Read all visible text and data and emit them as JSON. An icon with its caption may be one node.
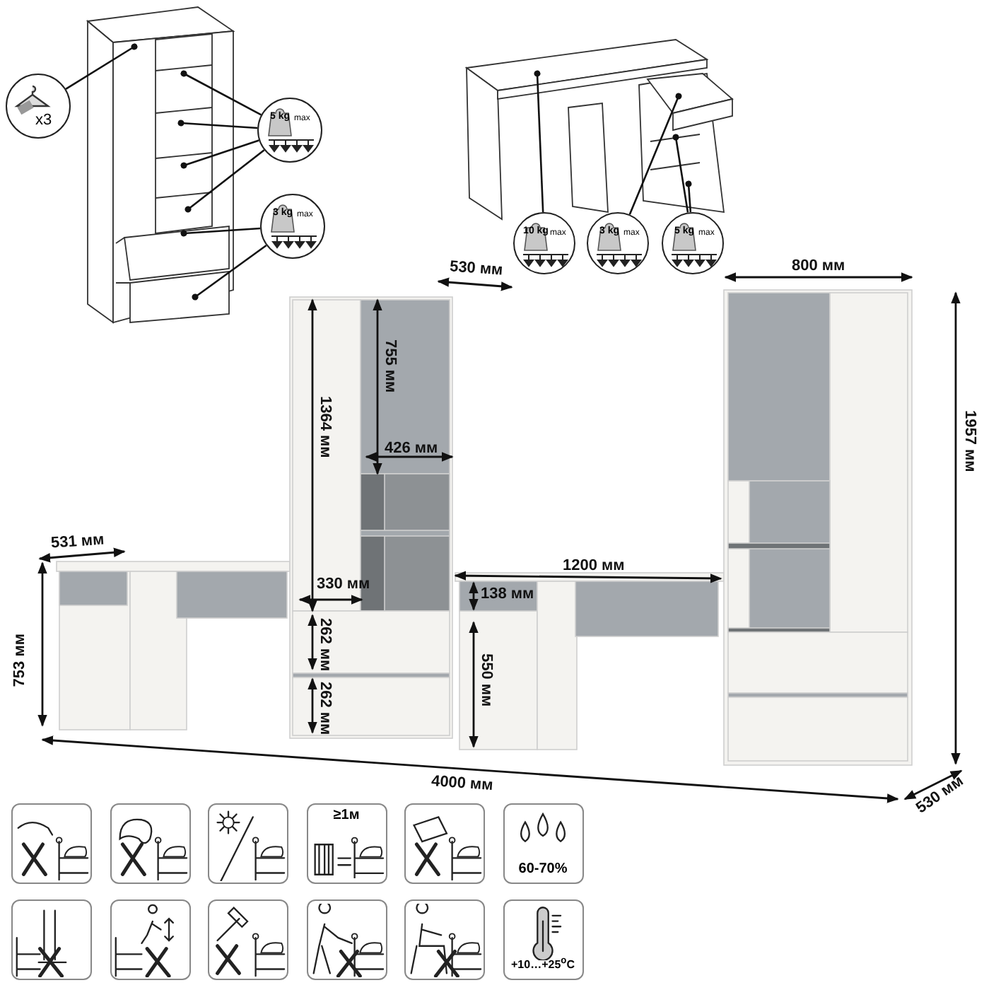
{
  "diagram": {
    "nodes": [
      {
        "text": [
          "x3"
        ]
      },
      {
        "text": [
          "5 kg",
          "max"
        ]
      },
      {
        "text": [
          "3 kg",
          "max"
        ]
      },
      {
        "text": [
          "10 kg",
          "max"
        ]
      },
      {
        "text": [
          "3 kg",
          "max"
        ]
      },
      {
        "text": [
          "5 kg",
          "max"
        ]
      }
    ],
    "edges": [
      {
        "from": 0,
        "to": null,
        "arrow": "other"
      },
      {
        "from": 1,
        "to": null,
        "arrow": "other"
      },
      {
        "from": 1,
        "to": null,
        "arrow": "other"
      },
      {
        "from": 1,
        "to": null,
        "arrow": "other"
      },
      {
        "from": 1,
        "to": null,
        "arrow": "other"
      },
      {
        "from": 2,
        "to": null,
        "arrow": "other"
      },
      {
        "from": 2,
        "to": null,
        "arrow": "other"
      },
      {
        "from": 3,
        "to": null,
        "arrow": "other"
      },
      {
        "from": 4,
        "to": null,
        "arrow": "other"
      },
      {
        "from": 5,
        "to": null,
        "arrow": "other"
      },
      {
        "from": 5,
        "to": null,
        "arrow": "other"
      }
    ],
    "labels": [
      "530 мм",
      "800 мм",
      "755 мм",
      "1364 мм",
      "1957 мм",
      "426 мм",
      "531 мм",
      "1200 мм",
      "330 мм",
      "138 мм",
      "753 мм",
      "262 мм",
      "550 мм",
      "262 мм",
      "4000 мм",
      "530 мм",
      "≥1м",
      "60-70%",
      "+10…+25$^{o}$C"
    ]
  }
}
